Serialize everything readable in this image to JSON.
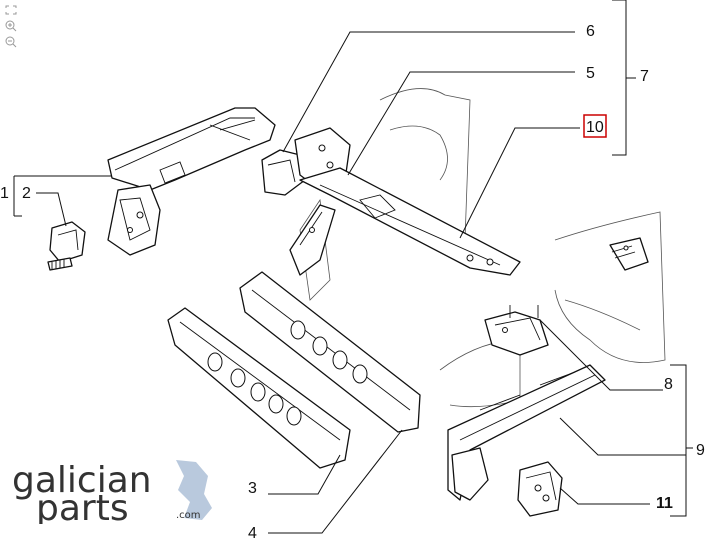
{
  "toolbar": {
    "fit_icon": "fit-to-screen-icon",
    "zoom_in_icon": "zoom-in-icon",
    "zoom_out_icon": "zoom-out-icon"
  },
  "callouts": [
    {
      "id": "1",
      "text": "1"
    },
    {
      "id": "2",
      "text": "2"
    },
    {
      "id": "3",
      "text": "3"
    },
    {
      "id": "4",
      "text": "4"
    },
    {
      "id": "5",
      "text": "5"
    },
    {
      "id": "6",
      "text": "6"
    },
    {
      "id": "7",
      "text": "7"
    },
    {
      "id": "8",
      "text": "8"
    },
    {
      "id": "9",
      "text": "9"
    },
    {
      "id": "10",
      "text": "10",
      "highlighted": true
    },
    {
      "id": "11",
      "text": "11",
      "bold": true
    }
  ],
  "logo": {
    "line1": "galician",
    "line2": "parts",
    "suffix": ".com",
    "accent_color": "#b9c9dd"
  },
  "colors": {
    "highlight_box": "#cc0000",
    "ink": "#111111"
  }
}
